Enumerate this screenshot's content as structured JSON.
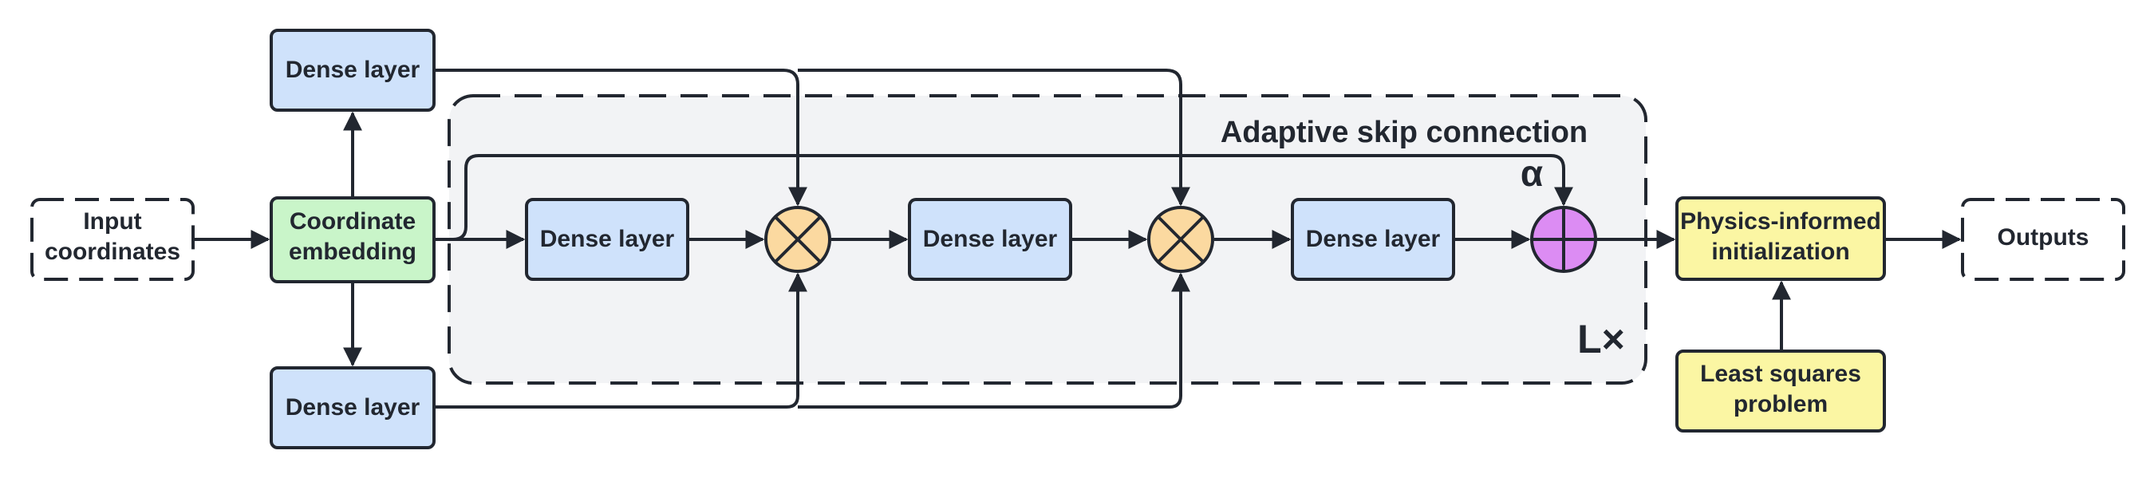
{
  "diagram": {
    "input": {
      "lines": [
        "Input",
        "coordinates"
      ]
    },
    "embedding": {
      "lines": [
        "Coordinate",
        "embedding"
      ]
    },
    "dense_top": {
      "label": "Dense layer"
    },
    "dense_bottom": {
      "label": "Dense layer"
    },
    "dense_1": {
      "label": "Dense layer"
    },
    "dense_2": {
      "label": "Dense layer"
    },
    "dense_3": {
      "label": "Dense layer"
    },
    "block": {
      "title": "Adaptive skip connection",
      "repeat": "L×",
      "alpha": "α"
    },
    "init": {
      "lines": [
        "Physics-informed",
        "initialization"
      ]
    },
    "least_squares": {
      "lines": [
        "Least squares",
        "problem"
      ]
    },
    "outputs": {
      "label": "Outputs"
    },
    "colors": {
      "stroke": "#222730",
      "dense_fill": "#cfe2fb",
      "embedding_fill": "#c9f5c9",
      "multiply_fill": "#fbd9a0",
      "add_fill": "#dc8cf3",
      "init_fill": "#fbf6a3",
      "block_fill": "#f2f3f5"
    }
  }
}
